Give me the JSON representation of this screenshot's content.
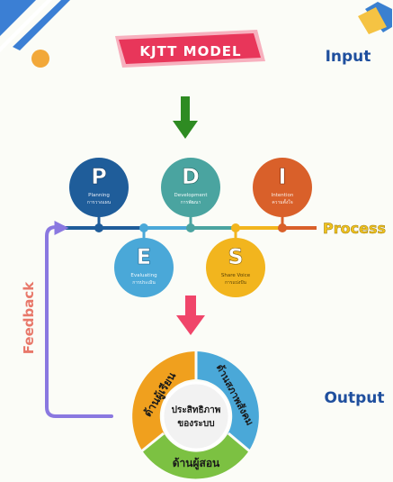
{
  "title": "KJTT MODEL",
  "side_labels": {
    "input": "Input",
    "process": "Process",
    "output": "Output",
    "feedback": "Feedback"
  },
  "process_steps": [
    {
      "letter": "P",
      "label_en": "Planning",
      "label_th": "การวางแผน",
      "color": "#1f5d9a"
    },
    {
      "letter": "D",
      "label_en": "Development",
      "label_th": "การพัฒนา",
      "color": "#4aa4a0"
    },
    {
      "letter": "I",
      "label_en": "Intention",
      "label_th": "ความตั้งใจ",
      "color": "#d9602a"
    },
    {
      "letter": "E",
      "label_en": "Evaluating",
      "label_th": "การประเมิน",
      "color": "#4aa8d8"
    },
    {
      "letter": "S",
      "label_en": "Share Voice",
      "label_th": "การแบ่งปัน",
      "color": "#f2b51e"
    }
  ],
  "output_ring": {
    "center_line1": "ประสิทธิภาพ",
    "center_line2": "ของระบบ",
    "segments": [
      {
        "label": "ด้านผู้เรียน",
        "color": "#f0a01e"
      },
      {
        "label": "ด้านสภาพสังคม",
        "color": "#4aa8d8"
      },
      {
        "label": "ด้านผู้สอน",
        "color": "#7cc142"
      }
    ]
  },
  "colors": {
    "title_bg": "#e8365a",
    "title_border": "#f7a8b8",
    "down_arrow_green": "#2e8b22",
    "down_arrow_red": "#f0456a",
    "feedback_line": "#8a78e0",
    "side_label_blue": "#1f4f9e",
    "process_label": "#f2c31e",
    "feedback_label": "#e8786a"
  }
}
